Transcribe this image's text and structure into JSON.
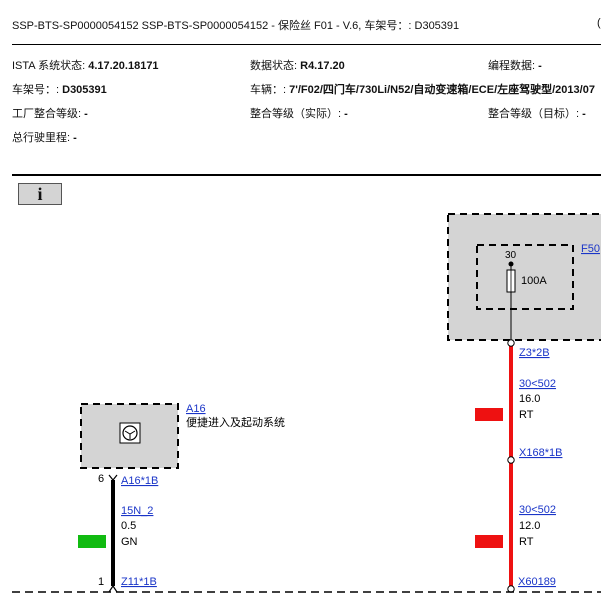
{
  "header": {
    "title": "SSP-BTS-SP0000054152 SSP-BTS-SP0000054152 - 保险丝 F01 - V.6, 车架号：: D305391",
    "cut_char": "("
  },
  "info": {
    "ista_label": "ISTA 系统状态: ",
    "ista_value": "4.17.20.18171",
    "data_label": "数据状态: ",
    "data_value": "R4.17.20",
    "prog_label": "编程数据: ",
    "prog_value": "-",
    "vin_label": "车架号：: ",
    "vin_value": "D305391",
    "vehicle_label": "车辆：: ",
    "vehicle_value": "7'/F02/四门车/730Li/N52/自动变速箱/ECE/左座驾驶型/2013/07",
    "factory_label": "工厂整合等级: ",
    "factory_value": "-",
    "actual_label": "整合等级（实际）: ",
    "actual_value": "-",
    "target_label": "整合等级（目标）: ",
    "target_value": "-",
    "mileage_label": "总行驶里程: ",
    "mileage_value": "-"
  },
  "toolbar": {
    "info_symbol": "i"
  },
  "diagram": {
    "fuse": {
      "link": "F50",
      "pin": "30",
      "rating": "100A"
    },
    "module": {
      "link": "A16",
      "name": "便捷进入及起动系统"
    },
    "connectors": {
      "z3": "Z3*2B",
      "x168": "X168*1B",
      "x60189": "X60189",
      "a16": "A16*1B",
      "z11": "Z11*1B",
      "a16_pin": "6",
      "z11_pin": "1"
    },
    "wires": {
      "red_upper": {
        "signal": "30<502",
        "size": "16.0",
        "color": "RT"
      },
      "red_lower": {
        "signal": "30<502",
        "size": "12.0",
        "color": "RT"
      },
      "black": {
        "signal": "15N_2",
        "size": "0.5",
        "color": "GN"
      }
    },
    "colors": {
      "red": "#ee1111",
      "green": "#11bb11",
      "box_fill": "#d4d4d4",
      "link": "#1a35c8"
    }
  }
}
